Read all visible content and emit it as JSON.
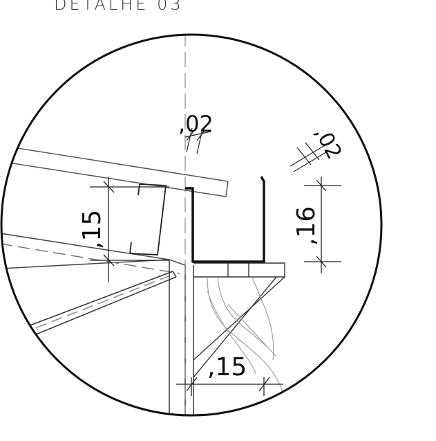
{
  "title": "DETALHE 03",
  "dimensions": {
    "gap_top": ",02",
    "gap_right": ",02",
    "height_left": ",15",
    "height_right": ",16",
    "width_bottom": ",15"
  }
}
